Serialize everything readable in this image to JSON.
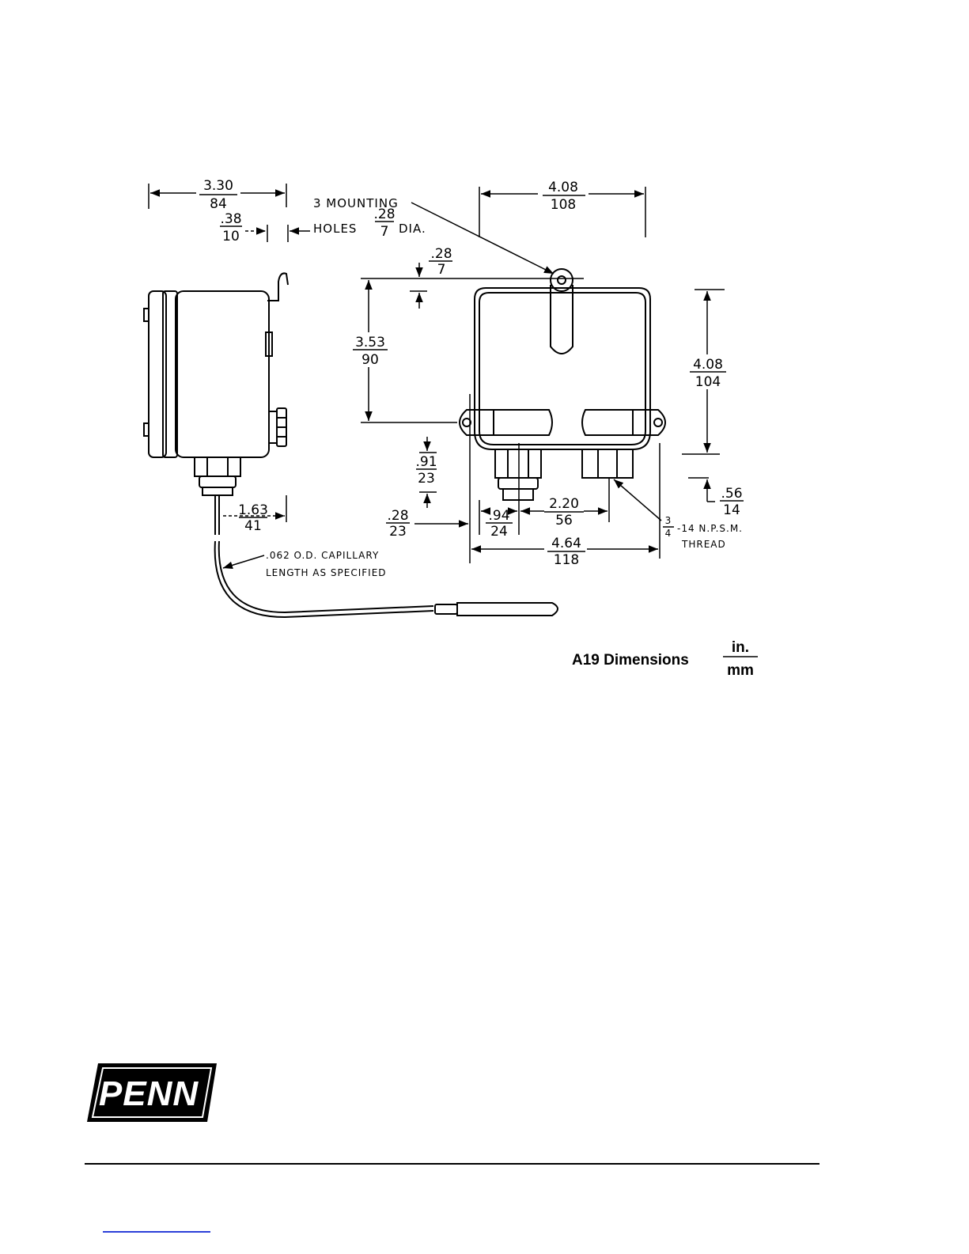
{
  "caption": {
    "text": "A19 Dimensions",
    "unit_top": "in.",
    "unit_bottom": "mm"
  },
  "labels": {
    "mounting_line1": "3 MOUNTING",
    "mounting_line2_pre": "HOLES",
    "mounting_line2_post": "DIA.",
    "capillary_line1": ".062 O.D. CAPILLARY",
    "capillary_line2": "LENGTH AS SPECIFIED",
    "thread_line1": "-14 N.P.S.M.",
    "thread_line2": "THREAD"
  },
  "dims": {
    "w_side": {
      "top": "3.30",
      "bottom": "84"
    },
    "bracket": {
      "top": ".38",
      "bottom": "10"
    },
    "hole": {
      "top": ".28",
      "bottom": "7"
    },
    "w_front": {
      "top": "4.08",
      "bottom": "108"
    },
    "hole_to_top": {
      "top": ".28",
      "bottom": "7"
    },
    "h_holes": {
      "top": "3.53",
      "bottom": "90"
    },
    "h_total": {
      "top": "4.08",
      "bottom": "104"
    },
    "boss_drop": {
      "top": ".91",
      "bottom": "23"
    },
    "fitting": {
      "top": ".56",
      "bottom": "14"
    },
    "side_offset": {
      "top": "1.63",
      "bottom": "41"
    },
    "left_offset": {
      "top": ".28",
      "bottom": "23"
    },
    "boss_left": {
      "top": ".94",
      "bottom": "24"
    },
    "boss_spacing": {
      "top": "2.20",
      "bottom": "56"
    },
    "w_overall": {
      "top": "4.64",
      "bottom": "118"
    },
    "thread_size": {
      "top": "3",
      "bottom": "4"
    }
  },
  "logo": {
    "text": "PENN"
  }
}
